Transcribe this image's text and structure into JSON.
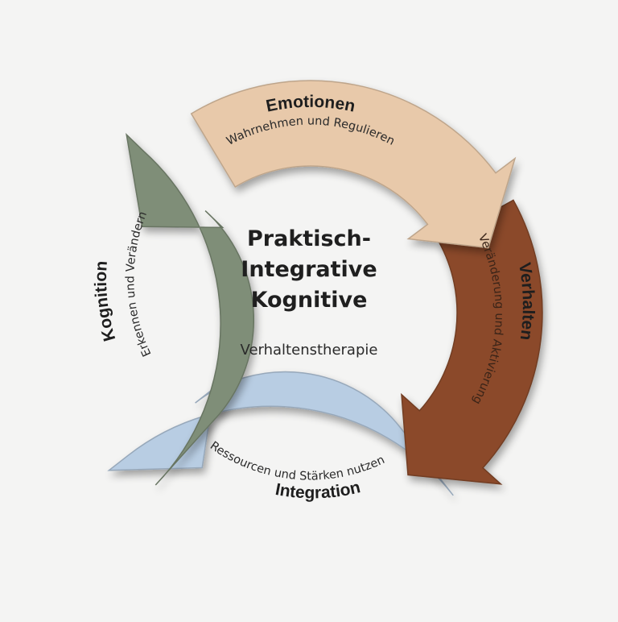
{
  "center": {
    "title_lines": [
      "Praktisch-",
      "Integrative",
      "Kognitive"
    ],
    "subtitle": "Verhaltenstherapie"
  },
  "segments": [
    {
      "title": "Emotionen",
      "subtitle": "Wahrnehmen und Regulieren",
      "color": "#e8c9aa"
    },
    {
      "title": "Verhalten",
      "subtitle": "Veränderung und Aktivierung",
      "color": "#8b4a2c"
    },
    {
      "title": "Integration",
      "subtitle": "Ressourcen und Stärken nutzen",
      "color": "#b8cde3"
    },
    {
      "title": "Kognition",
      "subtitle": "Erkennen und Verändern",
      "color": "#7f8e78"
    }
  ]
}
